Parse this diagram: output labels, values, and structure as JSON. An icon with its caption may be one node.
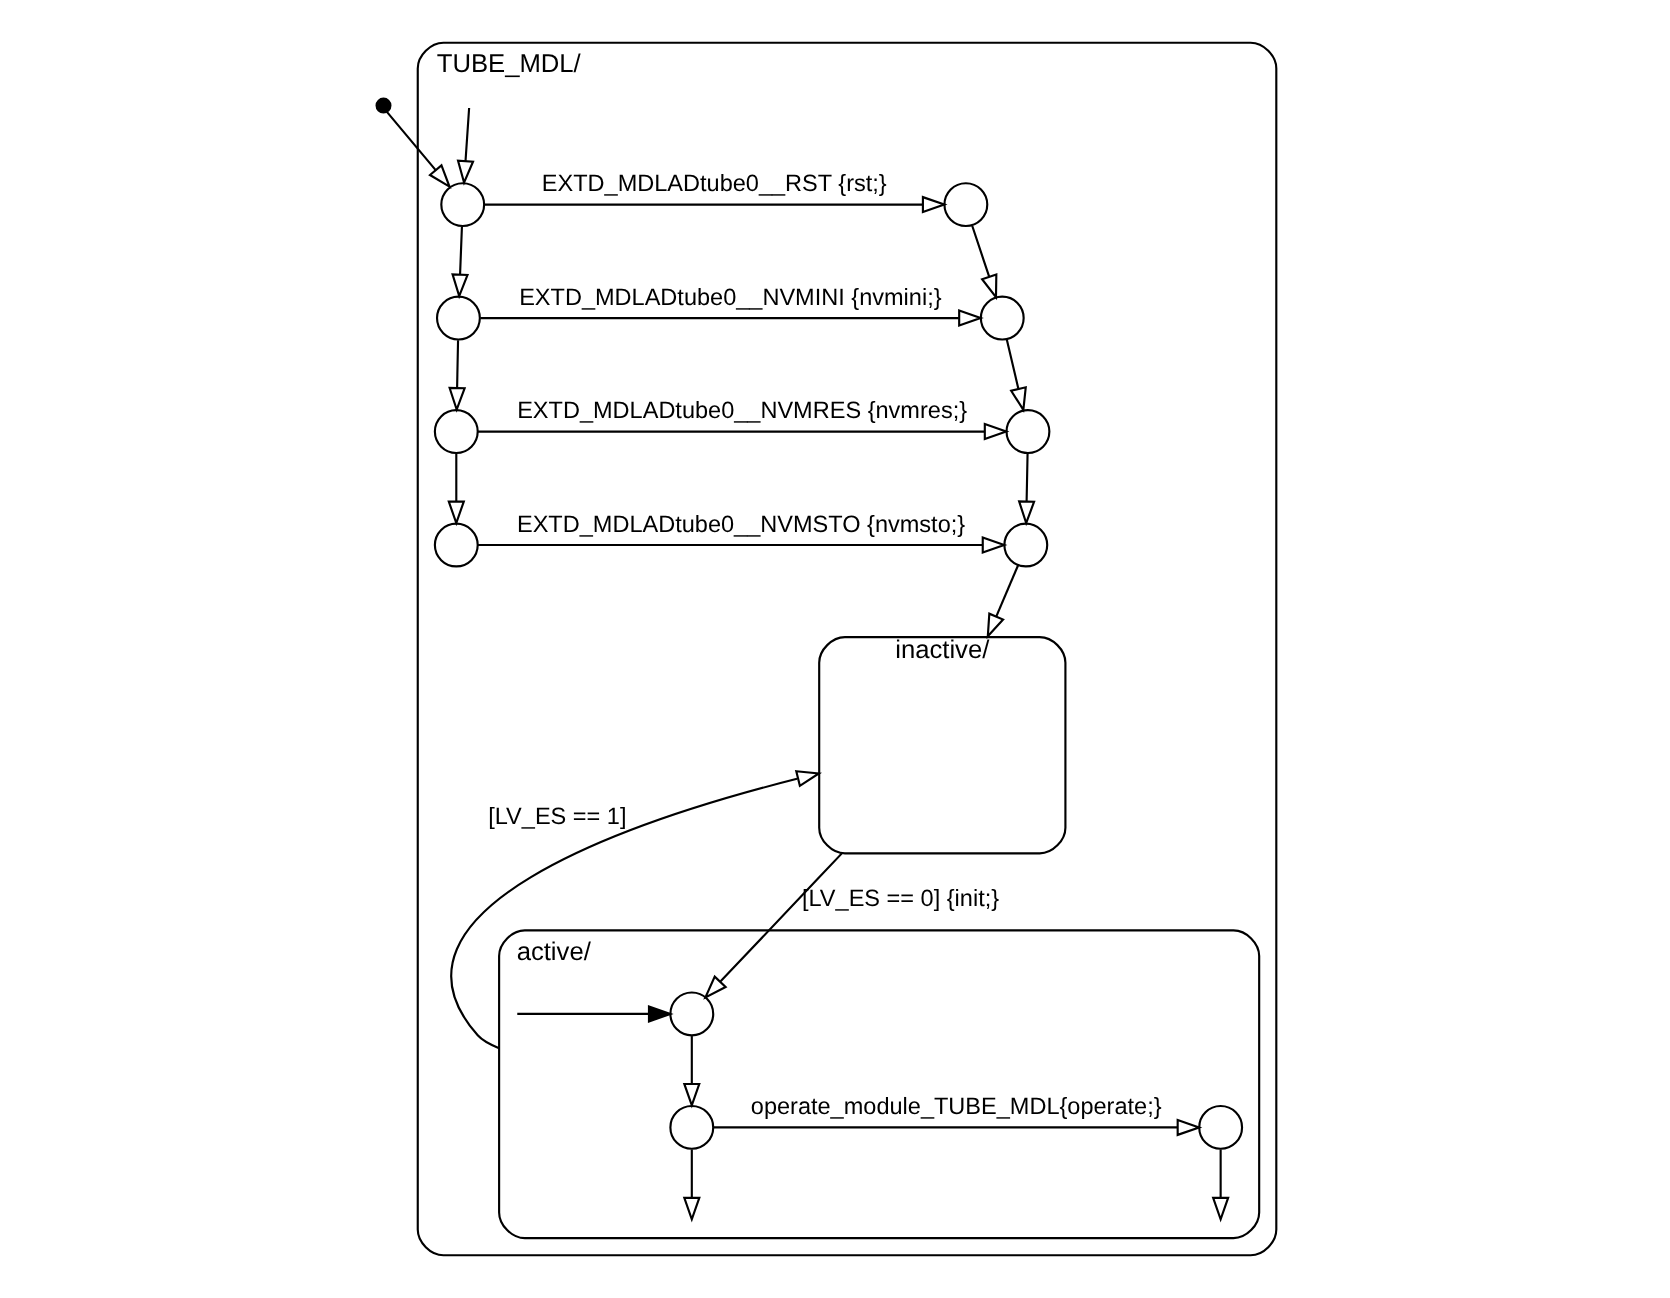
{
  "diagram": {
    "nodes": [
      {
        "text": [],
        "shape": "circle"
      },
      {
        "text": [
          "TUBE_MDL/"
        ]
      },
      {
        "text": [],
        "shape": "circle",
        "in": 1
      },
      {
        "text": [],
        "shape": "circle",
        "in": 1
      },
      {
        "text": [],
        "shape": "circle",
        "in": 1
      },
      {
        "text": [],
        "shape": "circle",
        "in": 1
      },
      {
        "text": [],
        "shape": "circle",
        "in": 1
      },
      {
        "text": [],
        "shape": "circle",
        "in": 1
      },
      {
        "text": [],
        "shape": "circle",
        "in": 1
      },
      {
        "text": [],
        "shape": "circle",
        "in": 1
      },
      {
        "text": [
          "active/"
        ],
        "in": 1
      },
      {
        "text": [],
        "shape": "circle",
        "in": 10
      },
      {
        "text": [],
        "shape": "circle",
        "in": 10
      },
      {
        "text": [],
        "shape": "circle",
        "in": 10
      },
      {
        "text": [
          "inactive/"
        ],
        "in": 1
      }
    ],
    "edges": [
      {
        "from": 0,
        "to": 2,
        "arrow": "to"
      },
      {
        "from": null,
        "to": 2,
        "arrow": "to"
      },
      {
        "from": 2,
        "to": 3,
        "arrow": "to",
        "label": "EXTD_MDLADtube0__RST {rst;}"
      },
      {
        "from": 2,
        "to": 4,
        "arrow": "to"
      },
      {
        "from": 3,
        "to": 5,
        "arrow": "to"
      },
      {
        "from": 4,
        "to": 5,
        "arrow": "to",
        "label": "EXTD_MDLADtube0__NVMINI {nvmini;}"
      },
      {
        "from": 4,
        "to": 6,
        "arrow": "to"
      },
      {
        "from": 5,
        "to": 7,
        "arrow": "to"
      },
      {
        "from": 6,
        "to": 7,
        "arrow": "to",
        "label": "EXTD_MDLADtube0__NVMRES {nvmres;}"
      },
      {
        "from": 6,
        "to": 8,
        "arrow": "to"
      },
      {
        "from": 7,
        "to": 9,
        "arrow": "to"
      },
      {
        "from": 8,
        "to": 9,
        "arrow": "to",
        "label": "EXTD_MDLADtube0__NVMSTO {nvmsto;}"
      },
      {
        "from": 9,
        "to": 14,
        "arrow": "to"
      },
      {
        "from": 14,
        "to": 11,
        "arrow": "to",
        "label": "[LV_ES == 0] {init;}"
      },
      {
        "from": null,
        "to": 11,
        "arrow": "to"
      },
      {
        "from": 11,
        "to": 12,
        "arrow": "to"
      },
      {
        "from": 12,
        "to": 13,
        "arrow": "to",
        "label": "operate_module_TUBE_MDL{operate;}"
      },
      {
        "from": 12,
        "to": null,
        "arrow": "to"
      },
      {
        "from": 13,
        "to": null,
        "arrow": "to"
      },
      {
        "from": 10,
        "to": 14,
        "arrow": "to",
        "label": "[LV_ES == 1]"
      }
    ]
  }
}
